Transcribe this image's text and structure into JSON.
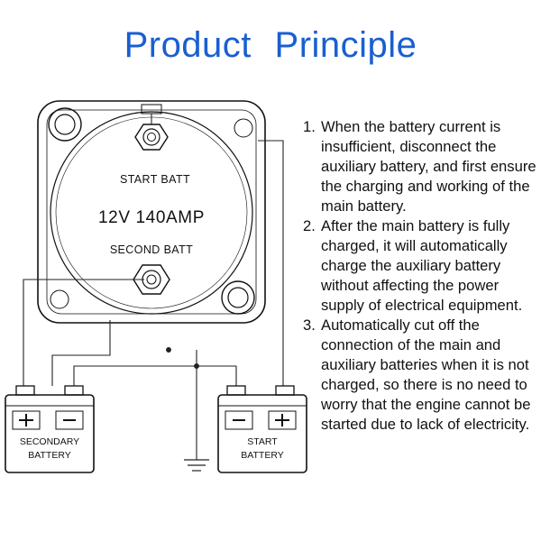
{
  "title": "Product   Principle",
  "device": {
    "start_label": "START BATT",
    "rating": "12V 140AMP",
    "second_label": "SECOND BATT"
  },
  "batteries": {
    "secondary": {
      "line1": "SECONDARY",
      "line2": "BATTERY"
    },
    "start": {
      "line1": "START",
      "line2": "BATTERY"
    }
  },
  "steps": [
    {
      "num": "1.",
      "text": "When the battery current is insufficient, disconnect the auxiliary battery, and first ensure the charging and working of the main battery."
    },
    {
      "num": "2.",
      "text": "After the main battery is fully charged, it will automatically charge the auxiliary battery without affecting the power supply of electrical equipment."
    },
    {
      "num": "3.",
      "text": "Automatically cut off the connection of the main and auxiliary batteries when it is not charged, so there is no need to worry that the engine cannot be started due to lack of electricity."
    }
  ]
}
